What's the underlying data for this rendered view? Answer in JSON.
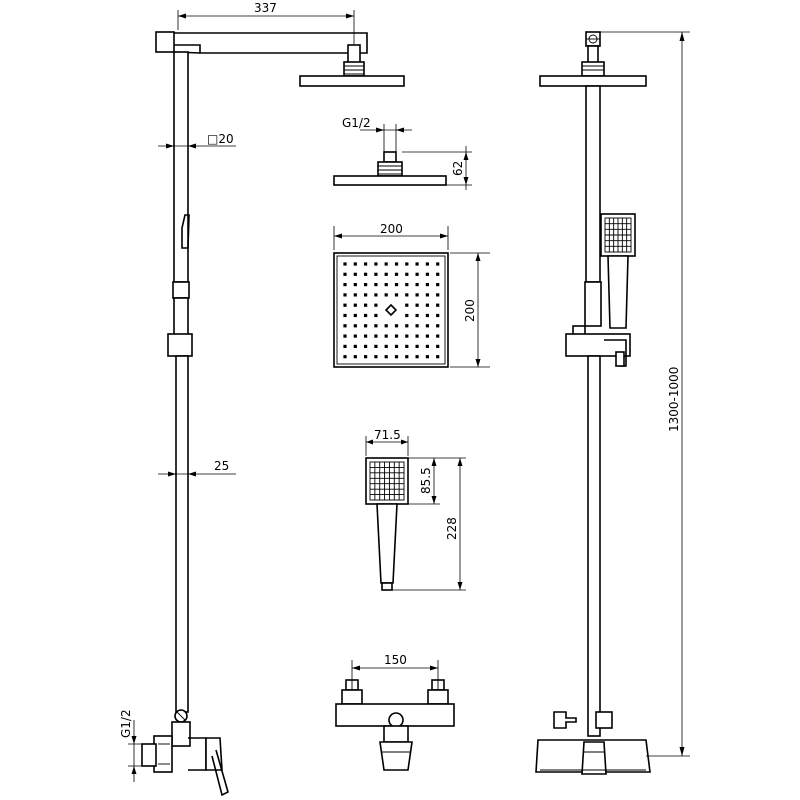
{
  "dimensions": {
    "arm_length": "337",
    "pipe_upper": "□20",
    "pipe_lower": "25",
    "inlet_left": "G1/2",
    "inlet_head": "G1/2",
    "head_height": "62",
    "head_width": "200",
    "head_depth": "200",
    "hand_width": "71.5",
    "hand_face": "85.5",
    "hand_length": "228",
    "mixer_centers": "150",
    "height_range": "1300-1000"
  }
}
